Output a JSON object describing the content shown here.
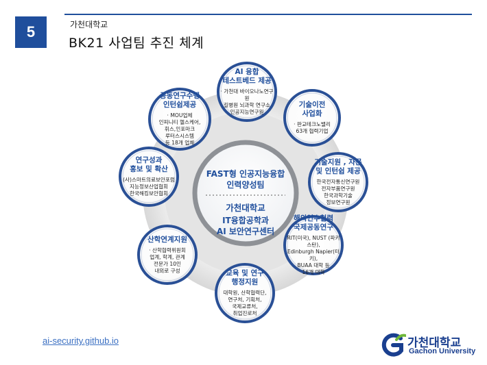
{
  "header": {
    "page_number": "5",
    "university": "가천대학교",
    "title": "BK21 사업팀 추진 체계"
  },
  "center": {
    "upper": "FAST형 인공지능융합\n인력양성팀",
    "university": "가천대학교",
    "lower": "IT융합공학과\nAI 보안연구센터"
  },
  "nodes": [
    {
      "id": "ai-testbed",
      "title": "AI 융합\n테스트베드 제공",
      "body": "· 가천대 바이오나노연구원\n길병원 뇌과학 연구소\n인공지능연구원"
    },
    {
      "id": "tech-transfer",
      "title": "기술이전\n사업화",
      "body": "· 판교테크노밸리\n63개 협력기업"
    },
    {
      "id": "tech-support",
      "title": "기술지원 , 자문\n및 인턴쉽 제공",
      "body": "한국전자통신연구원\n전자부품연구원\n한국과학기술\n정보연구원"
    },
    {
      "id": "intl-research",
      "title": "해외연수협력\n국제공동연구",
      "body": "RIT(미국), NUST (파키스탄),\nEdinburgh Napier(터키),\nBUAA 대학 등\n16개 대학"
    },
    {
      "id": "education",
      "title": "교육 및 연구\n행정지원",
      "body": "대학원, 산학협력단,\n연구처, 기획처,\n국제교류처,\n취업진로처"
    },
    {
      "id": "industry-link",
      "title": "산학연계지원",
      "body": "· 산학협력위원회\n업계, 학계, 관계\n전문가 10인\n내외로 구성"
    },
    {
      "id": "promotion",
      "title": "연구성과\n홍보 및 확산",
      "body": "(사)스마트의료보안포럼\n지능정보산업협회\n한국해킹보안협회"
    },
    {
      "id": "joint-research",
      "title": "공동연구수행\n인턴쉽제공",
      "body": "· MOU업체\n인피니티 헬스케어,\n휘스,인포마크\n루터스시스템\n등 18개 업체"
    }
  ],
  "footer": {
    "link": "ai-security.github.io",
    "logo_ko": "가천대학교",
    "logo_en": "Gachon University"
  },
  "colors": {
    "accent": "#1f4e9c",
    "node_ring": "#2a5096",
    "arrow_blue": "#3d86d6",
    "arrow_green": "#3fbf9e",
    "logo_green": "#6fb83a"
  }
}
